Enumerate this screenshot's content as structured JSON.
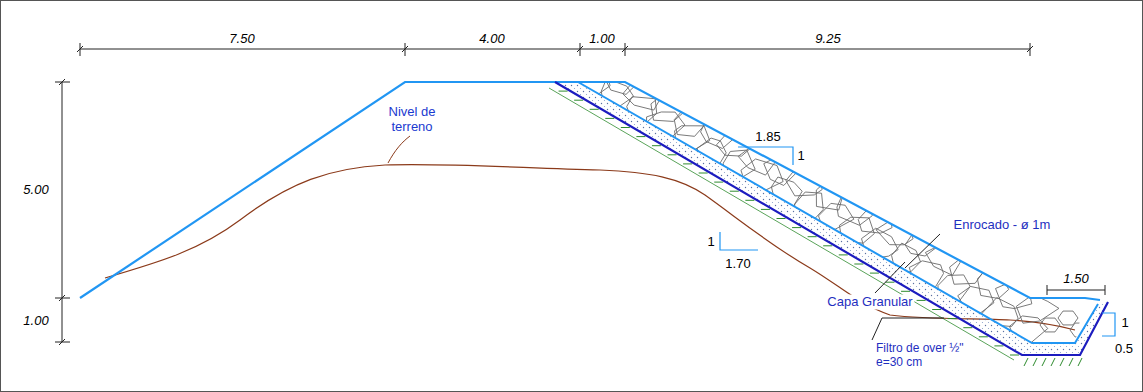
{
  "diagram": {
    "labels": [
      "7.50",
      "4.00",
      "1.00",
      "9.25",
      "5.00",
      "1.00",
      "Nivel de terreno",
      "1.85",
      "1",
      "1",
      "1.70",
      "Enrocado - ø 1m",
      "1.50",
      "Capa Granular",
      "Filtro de over ½\" e=30 cm",
      "1",
      "0.5"
    ]
  }
}
